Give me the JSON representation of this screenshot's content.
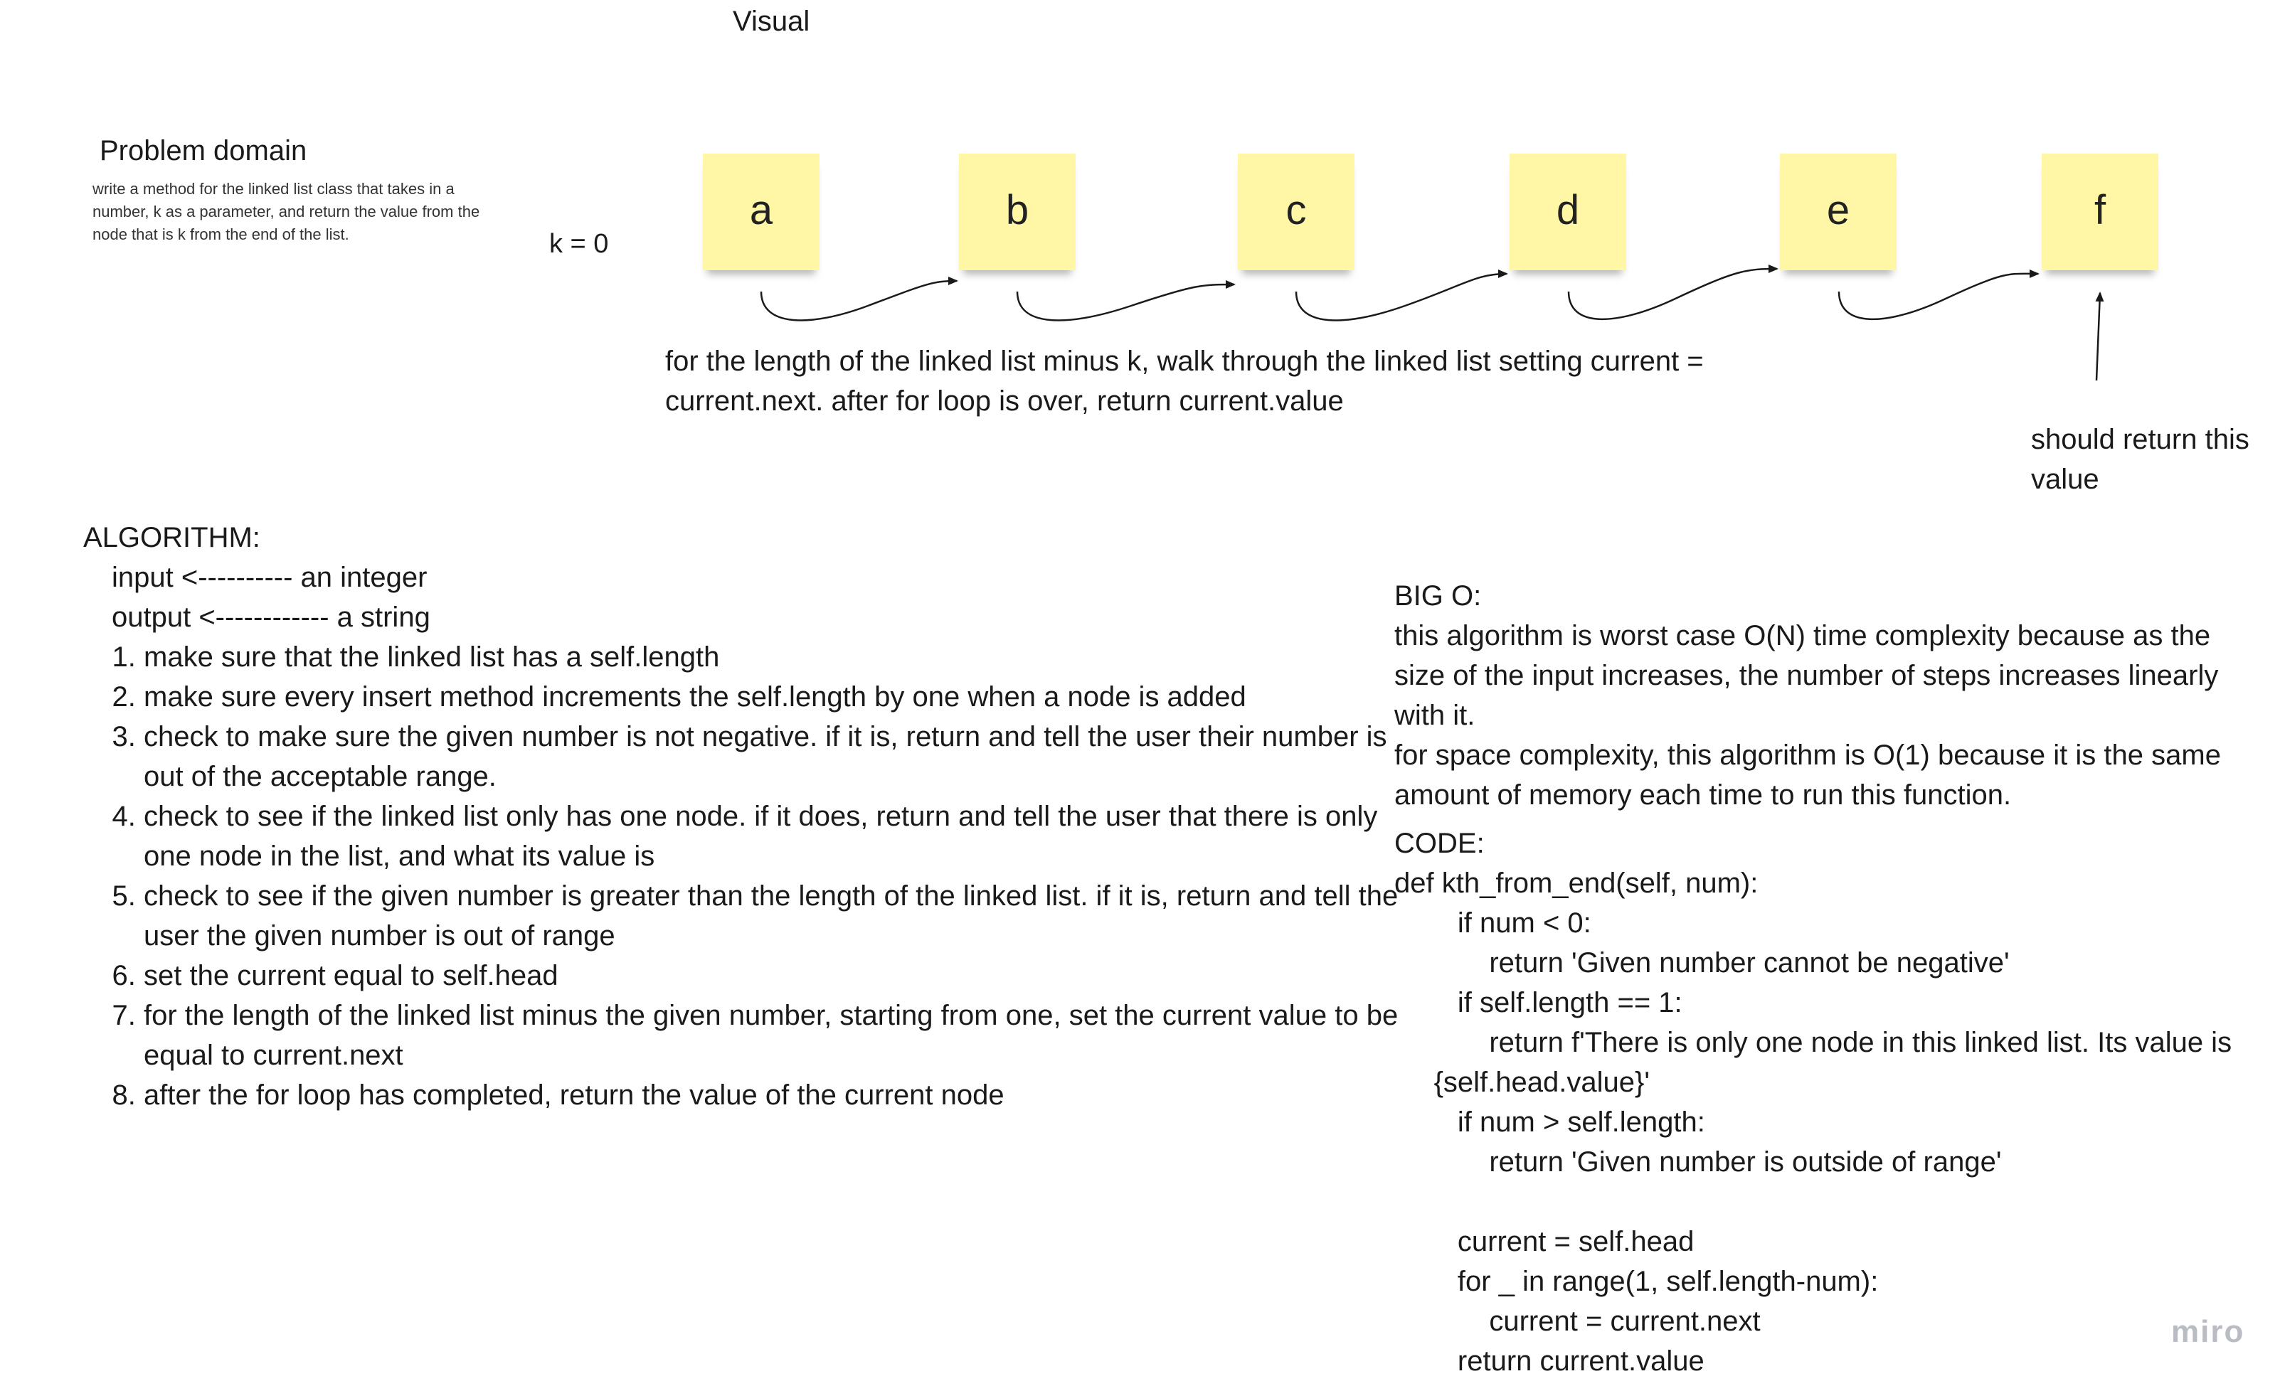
{
  "visual_title": "Visual",
  "problem_domain": {
    "title": "Problem domain",
    "description": "write a method for the linked list class that takes in a number, k as a parameter, and return the value from the node that is k from the end of the list."
  },
  "k_label": "k = 0",
  "nodes": [
    "a",
    "b",
    "c",
    "d",
    "e",
    "f"
  ],
  "note_color": "#fff6a6",
  "caption": "for the length of the linked list minus k, walk through the linked list setting current = current.next. after for loop is over, return current.value",
  "pointer_label": "should return this value",
  "algorithm": {
    "heading": "ALGORITHM:",
    "input": "input <---------- an integer",
    "output": "output <------------ a string",
    "steps": [
      "make sure that the linked list has a self.length",
      "make sure every insert method increments the self.length by one when a node is added",
      "check to make sure the given number is not negative. if it is, return and tell the user their number is out of the acceptable range.",
      "check to see if the linked list only has one node. if it does, return and tell the user that there is only one node in the list, and what its value is",
      "check to see if the given number is greater than the length of the linked list. if it is, return and tell the user the given number is out of range",
      "set the current equal to self.head",
      "for the length of the linked list minus the given number, starting from one, set the current value to be equal to current.next",
      "after the for loop has completed, return the value of the current node"
    ]
  },
  "big_o": {
    "heading": "BIG O:",
    "time": "this algorithm is worst case O(N) time complexity because as the size of the input increases, the number of steps increases linearly with it.",
    "space": "for space complexity, this algorithm is O(1) because it is the same amount of memory each time to run this function."
  },
  "code": {
    "heading": "CODE:",
    "lines": [
      "def kth_from_end(self, num):",
      "        if num < 0:",
      "            return 'Given number cannot be negative'",
      "        if self.length == 1:",
      "            return f'There is only one node in this linked list. Its value is",
      "     {self.head.value}'",
      "        if num > self.length:",
      "            return 'Given number is outside of range'",
      "",
      "        current = self.head",
      "        for _ in range(1, self.length-num):",
      "            current = current.next",
      "        return current.value"
    ]
  },
  "watermark": "miro"
}
